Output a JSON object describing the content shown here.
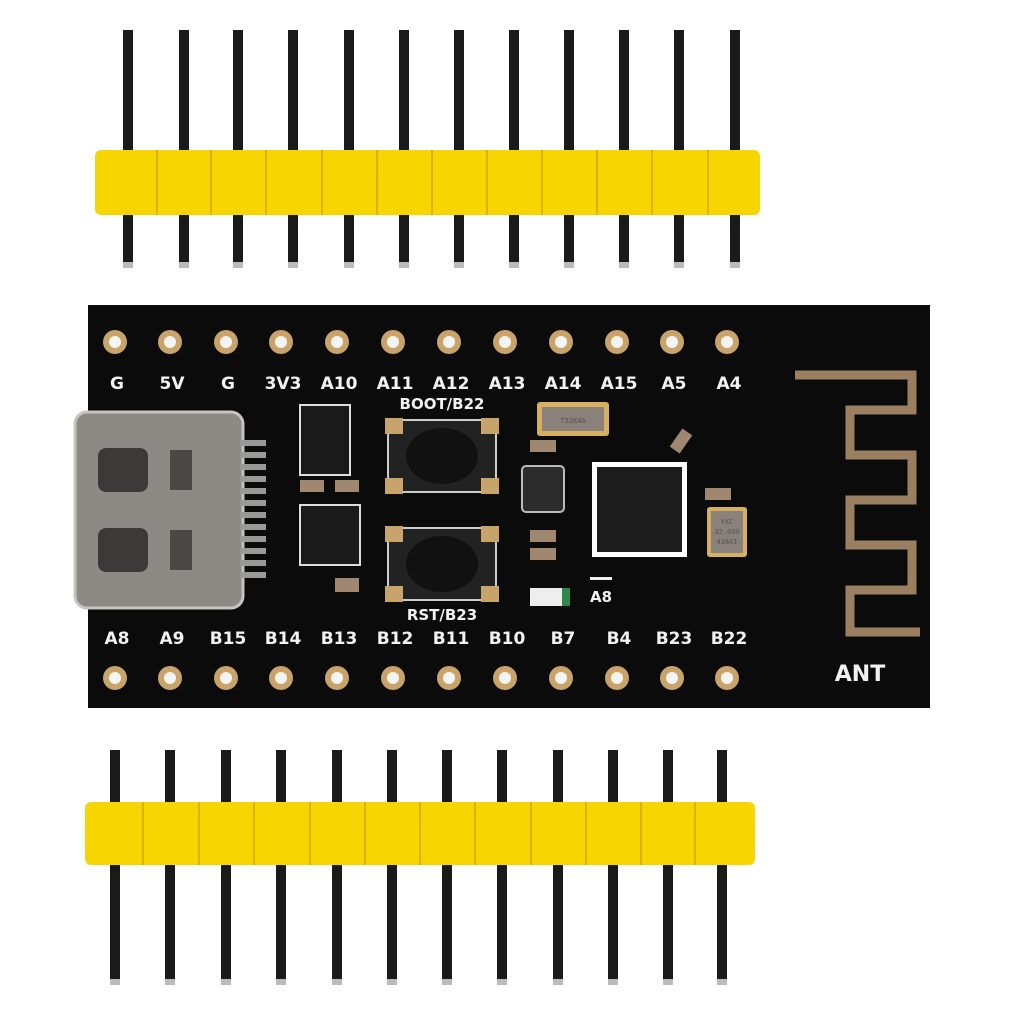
{
  "board": {
    "top_labels": [
      "G",
      "5V",
      "G",
      "3V3",
      "A10",
      "A11",
      "A12",
      "A13",
      "A14",
      "A15",
      "A5",
      "A4"
    ],
    "bottom_labels": [
      "A8",
      "A9",
      "B15",
      "B14",
      "B13",
      "B12",
      "B11",
      "B10",
      "B7",
      "B4",
      "B23",
      "B22"
    ],
    "boot_button_label": "BOOT/B22",
    "reset_button_label": "RST/B23",
    "led_pin_label": "A8",
    "antenna_label": "ANT",
    "crystal_marking": "T32K4A",
    "oscillator_marking": [
      "YXC",
      "32.000",
      "438A1"
    ]
  },
  "colors": {
    "pcb": "#0b0b0b",
    "header": "#f7d500",
    "pad": "#c9a46a",
    "pin": "#1a1a1a"
  }
}
